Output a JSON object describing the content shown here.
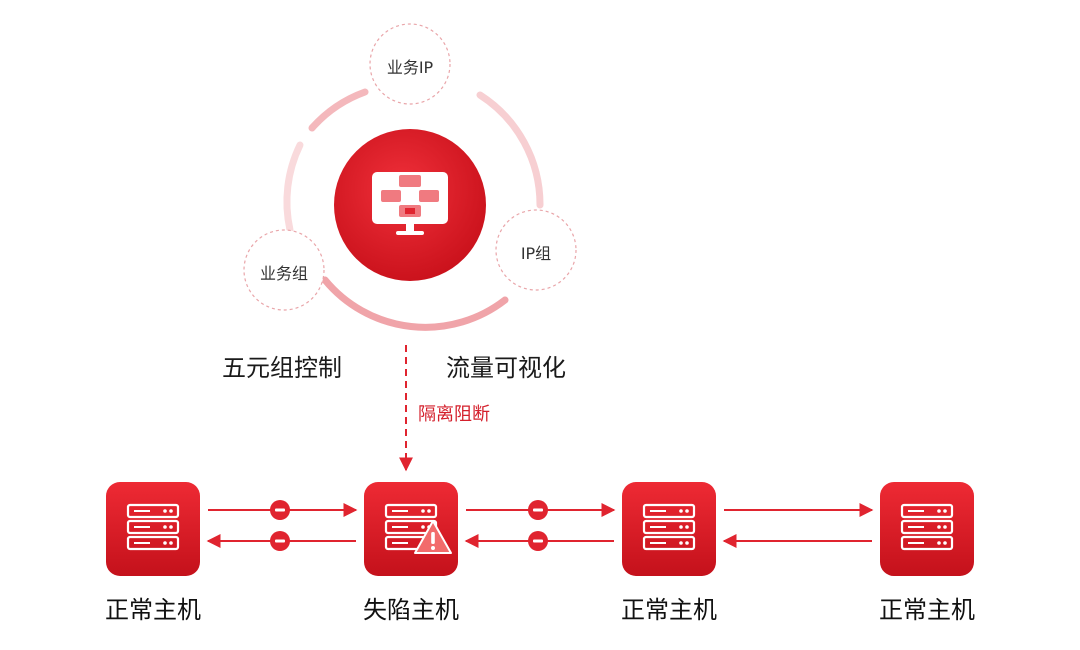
{
  "center": {
    "icon": "network-monitor-icon",
    "bubbles": [
      "业务IP",
      "IP组",
      "业务组"
    ]
  },
  "features": {
    "left": "五元组控制",
    "right": "流量可视化"
  },
  "action": "隔离阻断",
  "hosts": [
    {
      "label": "正常主机",
      "icon": "server-icon",
      "status": "normal"
    },
    {
      "label": "失陷主机",
      "icon": "server-icon",
      "status": "compromised"
    },
    {
      "label": "正常主机",
      "icon": "server-icon",
      "status": "normal"
    },
    {
      "label": "正常主机",
      "icon": "server-icon",
      "status": "normal"
    }
  ],
  "links": [
    {
      "from": 0,
      "to": 1,
      "blocked": true
    },
    {
      "from": 1,
      "to": 2,
      "blocked": true
    },
    {
      "from": 2,
      "to": 3,
      "blocked": false
    }
  ],
  "colors": {
    "accent": "#e0242f",
    "accent_dark": "#c0121c",
    "ring_light": "#f7c9cc",
    "bubble_border": "#e9a5a9",
    "warning": "#f26b6b"
  }
}
